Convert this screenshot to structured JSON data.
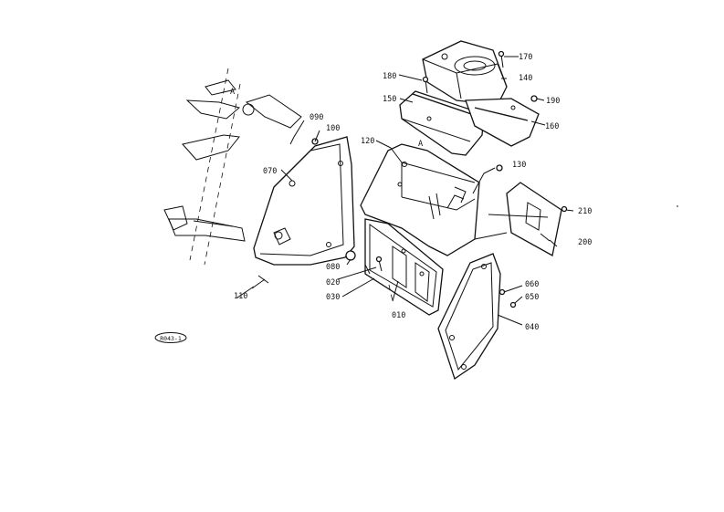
{
  "diagram": {
    "ref_badge": "R043-1",
    "parts": {
      "p010": "010",
      "p020": "020",
      "p030": "030",
      "p040": "040",
      "p050": "050",
      "p060": "060",
      "p070": "070",
      "p080": "080",
      "p090": "090",
      "p100": "100",
      "p110": "110",
      "p120": "120",
      "p130": "130",
      "p140": "140",
      "p150": "150",
      "p160": "160",
      "p170": "170",
      "p180": "180",
      "p190": "190",
      "p200": "200",
      "p210": "210"
    },
    "markers": {
      "a_top": "A",
      "a_left": "A"
    }
  }
}
